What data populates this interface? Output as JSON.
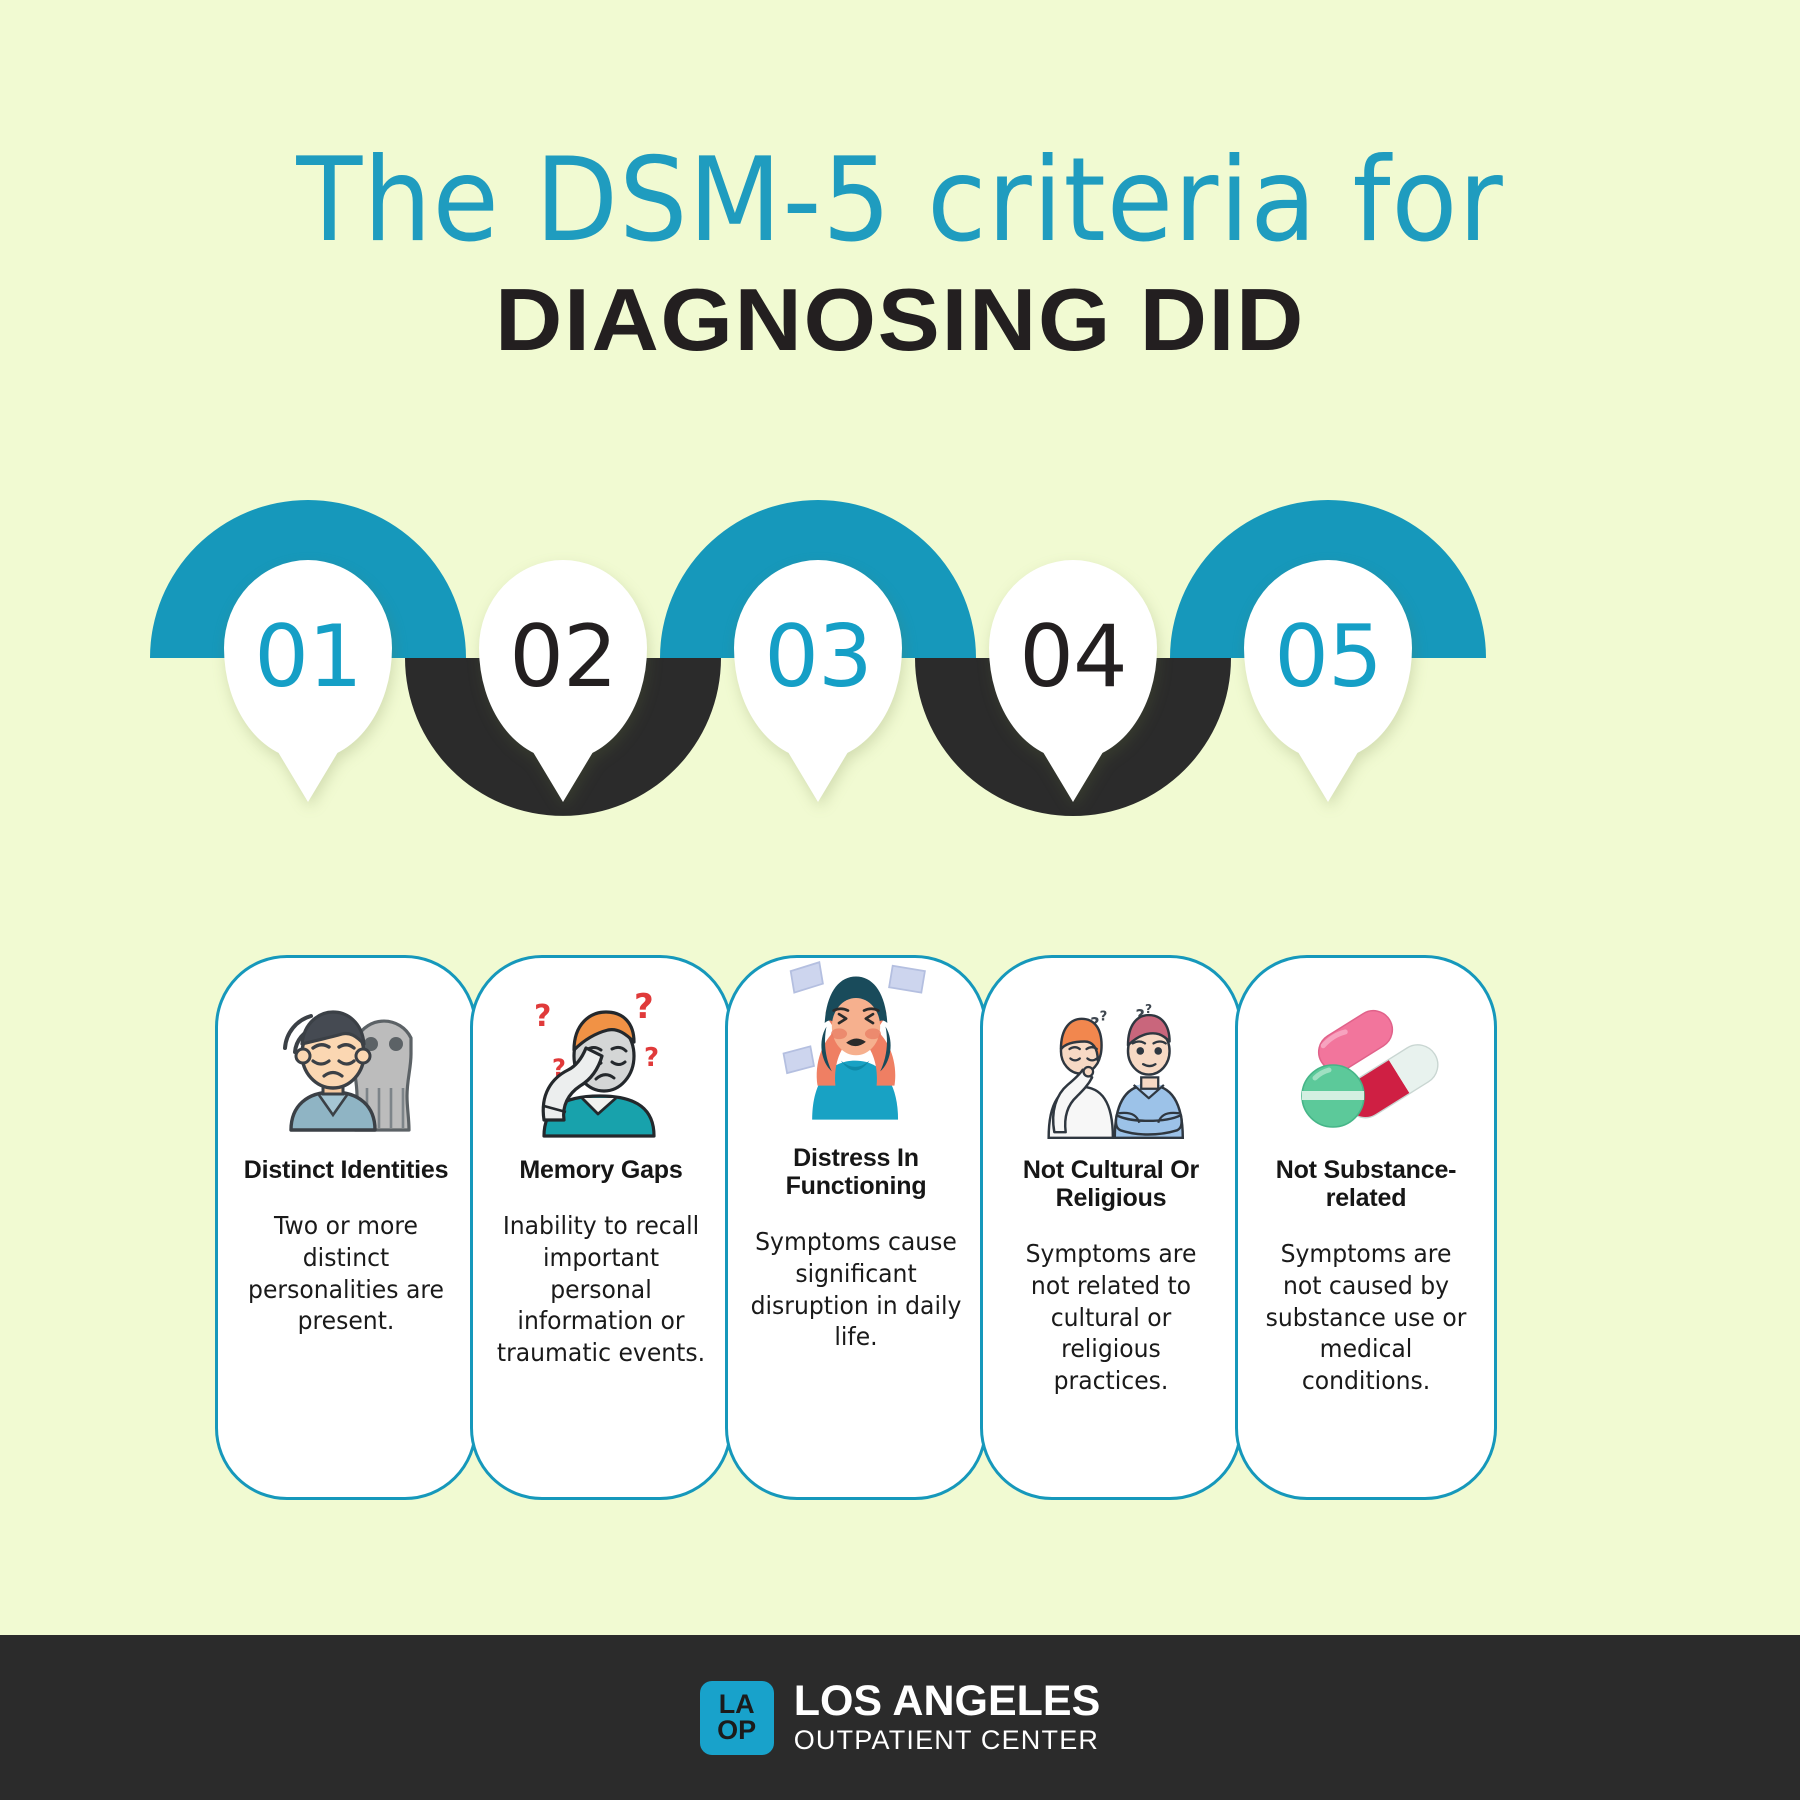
{
  "theme": {
    "background": "#f1fad2",
    "teal": "#159fc6",
    "teal_border": "#1698bb",
    "dark": "#231f20",
    "footer_bg": "#2b2b2b",
    "white": "#ffffff"
  },
  "title": {
    "line1": "The DSM-5 criteria for",
    "line2": "DIAGNOSING DID"
  },
  "steps": [
    {
      "number": "01",
      "accent": "teal"
    },
    {
      "number": "02",
      "accent": "dark"
    },
    {
      "number": "03",
      "accent": "teal"
    },
    {
      "number": "04",
      "accent": "dark"
    },
    {
      "number": "05",
      "accent": "teal"
    }
  ],
  "cards": [
    {
      "icon": "person-with-shadow-figure-icon",
      "title": "Distinct Identities",
      "body": "Two or more distinct personalities are present."
    },
    {
      "icon": "confused-person-question-marks-icon",
      "title": "Memory Gaps",
      "body": "Inability to recall important personal information or traumatic events."
    },
    {
      "icon": "stressed-woman-pulling-hair-icon",
      "title": "Distress In Functioning",
      "body": "Symptoms cause significant disruption in daily life."
    },
    {
      "icon": "two-people-thinking-icon",
      "title": "Not Cultural Or Religious",
      "body": "Symptoms are not related to cultural or religious practices."
    },
    {
      "icon": "pills-and-capsules-icon",
      "title": "Not Substance-related",
      "body": "Symptoms are not caused by substance use or medical conditions."
    }
  ],
  "footer": {
    "logo_mark_line1": "LA",
    "logo_mark_line2": "OP",
    "brand_line1": "LOS ANGELES",
    "brand_line2": "OUTPATIENT CENTER"
  }
}
